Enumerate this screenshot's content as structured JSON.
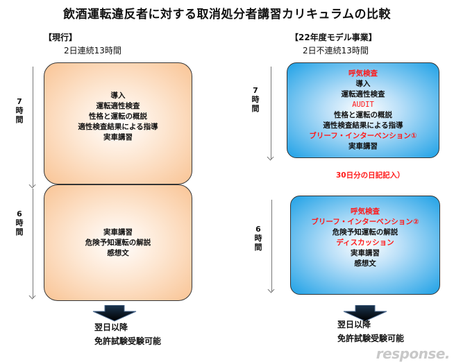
{
  "title": "飲酒運転違反者に対する取消処分者講習カリキュラムの比較",
  "current": {
    "label": "【現行】",
    "subtitle": "2日連続13時間",
    "day1_hours": [
      "7",
      "時",
      "間"
    ],
    "day2_hours": [
      "6",
      "時",
      "間"
    ],
    "day1_items": [
      "導入",
      "運転適性検査",
      "性格と運転の概説",
      "適性検査結果による指導",
      "実車講習"
    ],
    "day2_items": [
      "実車講習",
      "危険予知運転の解説",
      "感想文"
    ],
    "result": [
      "翌日以降",
      "免許試験受験可能"
    ]
  },
  "model": {
    "label": "【22年度モデル事業】",
    "subtitle": "2日不連続13時間",
    "day1_hours": [
      "7",
      "時",
      "間"
    ],
    "day2_hours": [
      "6",
      "時",
      "間"
    ],
    "day1_items": [
      {
        "text": "呼気検査",
        "new": true
      },
      {
        "text": "導入",
        "new": false
      },
      {
        "text": "運転適性検査",
        "new": false
      },
      {
        "text": "AUDIT",
        "new": true
      },
      {
        "text": "性格と運転の概説",
        "new": false
      },
      {
        "text": "適性検査結果による指導",
        "new": false
      },
      {
        "text": "ブリーフ・インターベンション①",
        "new": true
      },
      {
        "text": "実車講習",
        "new": false
      }
    ],
    "interval_note": "30日分の日記記入）",
    "day2_items": [
      {
        "text": "呼気検査",
        "new": true
      },
      {
        "text": "ブリーフ・インターベンション②",
        "new": true
      },
      {
        "text": "危険予知運転の解説",
        "new": false
      },
      {
        "text": "ディスカッション",
        "new": true
      },
      {
        "text": "実車講習",
        "new": false
      },
      {
        "text": "感想文",
        "new": false
      }
    ],
    "result": [
      "翌日以降",
      "免許試験受験可能"
    ]
  },
  "watermark": "response.",
  "colors": {
    "highlight": "#ff1a1a",
    "current_box": "#f9c495",
    "model_box": "#1fa1e6"
  }
}
